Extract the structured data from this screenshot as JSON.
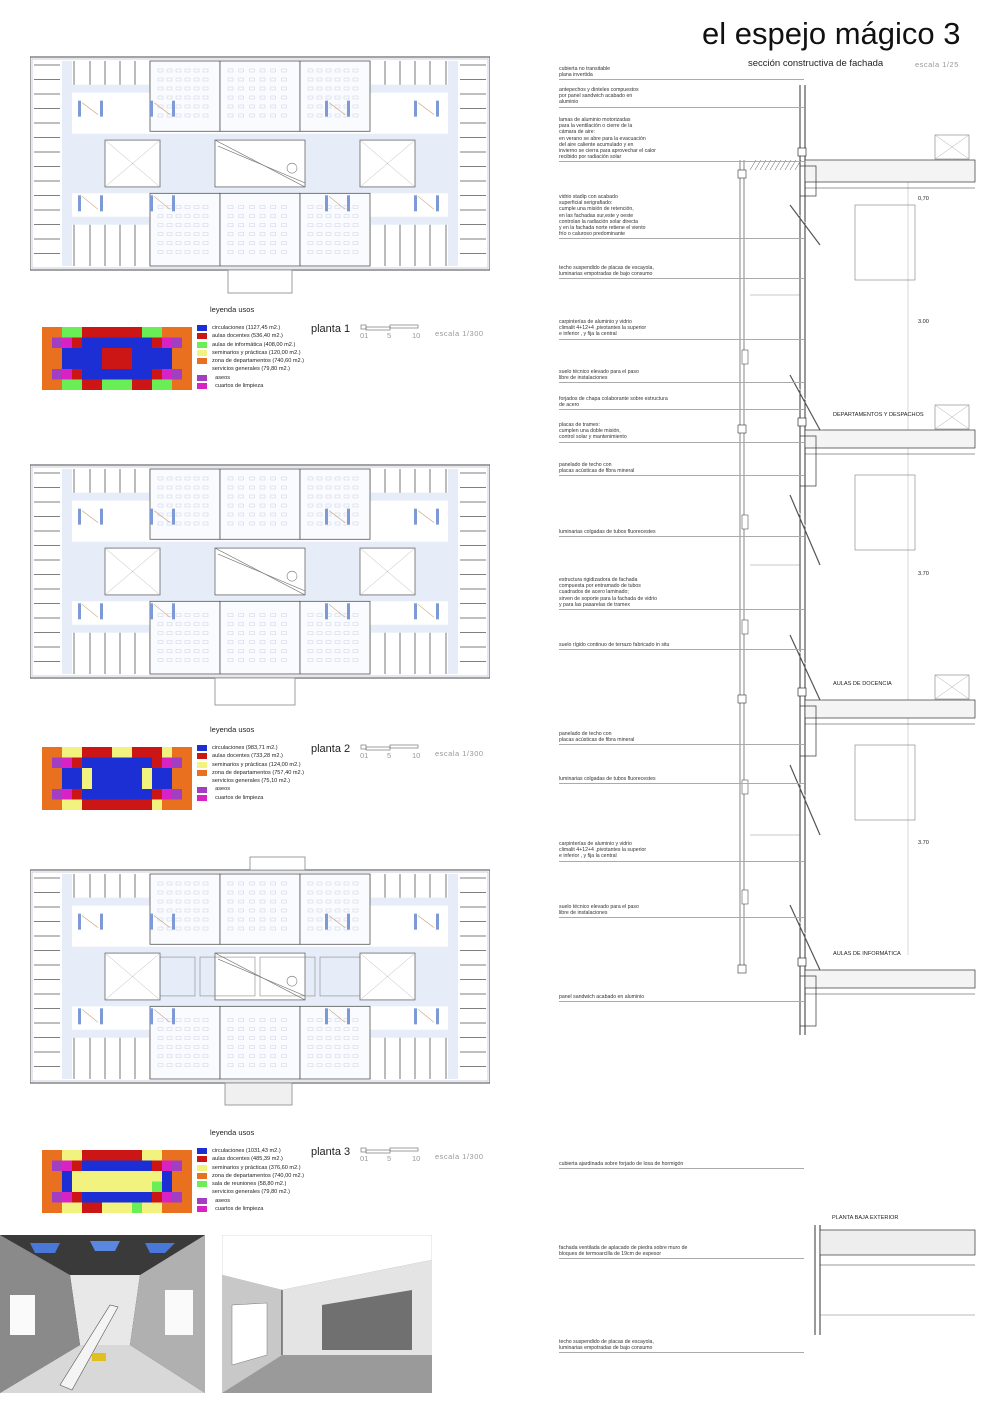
{
  "header": {
    "title": "el espejo mágico  3",
    "subtitle": "sección constructiva de fachada",
    "scale": "escala 1/25"
  },
  "colors": {
    "circulaciones": "#1c2fd4",
    "aulas_docentes": "#cc1616",
    "informatica": "#6aee55",
    "seminarios": "#f2f27e",
    "departamentos": "#e8701e",
    "aseos": "#a23ec2",
    "limpieza": "#d822c4",
    "corridor": "#e6edf8",
    "stairs": "#7e9ad6"
  },
  "plans": [
    {
      "title": "planta 1",
      "legend_heading": "leyenda usos",
      "scale_ticks": [
        "01",
        "5",
        "10"
      ],
      "scale": "escala 1/300",
      "items": [
        {
          "label": "circulaciones (1127,45 m2.)",
          "color": "#1c2fd4"
        },
        {
          "label": "aulas docentes (536,40 m2.)",
          "color": "#cc1616"
        },
        {
          "label": "aulas de informática (408,00 m2.)",
          "color": "#6aee55"
        },
        {
          "label": "seminarios y prácticas (120,00 m2.)",
          "color": "#f2f27e"
        },
        {
          "label": "zona de departamentos (740,60 m2.)",
          "color": "#e8701e"
        },
        {
          "label": "servicios generales (79,80 m2.)",
          "color": ""
        },
        {
          "label": "  aseos",
          "color": "#a23ec2"
        },
        {
          "label": "  cuartos de limpieza",
          "color": "#d822c4"
        }
      ]
    },
    {
      "title": "planta 2",
      "legend_heading": "leyenda usos",
      "scale_ticks": [
        "01",
        "5",
        "10"
      ],
      "scale": "escala 1/300",
      "items": [
        {
          "label": "circulaciones (983,71 m2.)",
          "color": "#1c2fd4"
        },
        {
          "label": "aulas docentes (733,28 m2.)",
          "color": "#cc1616"
        },
        {
          "label": "seminarios y prácticas (124,00 m2.)",
          "color": "#f2f27e"
        },
        {
          "label": "zona de departamentos (757,40 m2.)",
          "color": "#e8701e"
        },
        {
          "label": "servicios generales (75,10 m2.)",
          "color": ""
        },
        {
          "label": "  aseos",
          "color": "#a23ec2"
        },
        {
          "label": "  cuartos de limpieza",
          "color": "#d822c4"
        }
      ]
    },
    {
      "title": "planta 3",
      "legend_heading": "leyenda usos",
      "scale_ticks": [
        "01",
        "5",
        "10"
      ],
      "scale": "escala 1/300",
      "items": [
        {
          "label": "circulaciones (1031,43 m2.)",
          "color": "#1c2fd4"
        },
        {
          "label": "aulas docentes (485,39 m2.)",
          "color": "#cc1616"
        },
        {
          "label": "seminarios y prácticas (376,60 m2.)",
          "color": "#f2f27e"
        },
        {
          "label": "zona de departamentos (740,00 m2.)",
          "color": "#e8701e"
        },
        {
          "label": "sala de reuniones (58,80 m2.)",
          "color": "#6aee55"
        },
        {
          "label": "servicios generales (79,80 m2.)",
          "color": ""
        },
        {
          "label": "  aseos",
          "color": "#a23ec2"
        },
        {
          "label": "  cuartos de limpieza",
          "color": "#d822c4"
        }
      ]
    }
  ],
  "section": {
    "annotations": [
      "cubierta no transitable\nplana invertida",
      "antepechos y dinteles compuestos\npor panel sandwich acabado en\naluminio",
      "lamas de aluminio motorizadas\npara la ventilación o cierre de la\ncámara de aire:\nen verano se abre para la evacuación\ndel aire caliente acumulado y en\ninvierno se cierra para aprovechar el calor\nrecibido por radiación solar",
      "vidrio stadip con acabado\nsuperficial serigrafiado:\ncumple una misión de retención,\nen las fachadas sur,este y oeste\ncontrolan la radiación solar directa\ny en la fachada norte retiene el viento\nfrío o caluroso predominante",
      "techo suspendido de placas de escayola,\nluminarias empotradas de bajo consumo",
      "carpinterías de aluminio y vidrio\nclimalit 4+12+4 ,pivotantes la superior\ne inferior , y fija la central",
      "suelo técnico elevado para el paso\nlibre de instalaciones",
      "forjados de chapa colaborante sobre estructura\nde acero",
      "placas de tramex:\ncumplen una doble misión,\ncontrol solar y mantenimiento",
      "panelado de techo con\nplacas acústicas de fibra mineral",
      "luminarias colgadas de tubos fluorecestes",
      "estructura rigidizadora de fachada\ncompuesta por entramado de tubos\ncuadrados de acero laminado;\nsirven de soporte para la fachada de vidrio\ny para las pasarelas de tramex",
      "suelo rígido continuo de terrazo fabricado in situ",
      "panelado de techo con\nplacas acústicas de fibra mineral",
      "luminarias colgadas de tubos fluorecestes",
      "carpinterías de aluminio y vidrio\nclimalit 4+12+4 ,pivotantes la superior\ne inferior , y fija la central",
      "suelo técnico elevado para el paso\nlibre de instalaciones",
      "panel sandwich acabado en aluminio",
      "cubierta ajardinada sobre forjado de losa de hormigón",
      "fachada ventilada de aplacado de piedra sobre muro de\nbloques de termoarcilla de 19cm de espesor",
      "techo suspendido de placas de escayola,\nluminarias empotradas de bajo consumo"
    ],
    "floor_labels": [
      "DEPARTAMENTOS Y DESPACHOS",
      "AULAS DE DOCENCIA",
      "AULAS DE INFORMÁTICA",
      "PLANTA BAJA EXTERIOR"
    ],
    "dimensions": [
      "0,70",
      "3.00",
      "3.70",
      "3.70"
    ]
  }
}
